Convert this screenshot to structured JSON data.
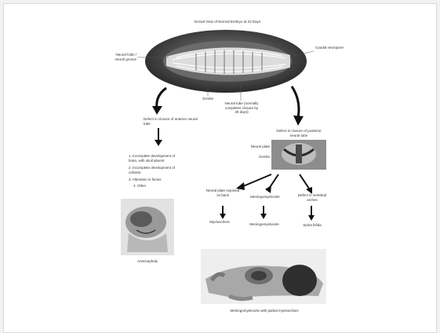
{
  "figure": {
    "title": "Dorsal View of Normal Embryo at 23 Days",
    "left_label": "Neural folds / neural groove",
    "right_label": "Caudal neuropore",
    "bottom_label_left": "Somite",
    "bottom_label_center": "Neural tube (normally completes closure by 28 days)",
    "left_defect": "Defect in closure of anterior neural tube",
    "left_list": [
      "1. Incomplete development of brain, with skull absent",
      "2. Incomplete development of calvaria",
      "3. Alteration in facies",
      "4. Other"
    ],
    "left_caption": "Anencephaly",
    "right_defect": "Defect in closure of posterior neural tube",
    "section_labels": [
      "Neural plate",
      "Somite"
    ],
    "branches": [
      "Neural plate exposed on back",
      "Meningomyelocele",
      "Defect in vertebral arches"
    ],
    "outcomes": [
      "Myeloschisis",
      "Meningomyelocele",
      "Spina bifida"
    ],
    "right_caption": "Meningomyelocele with partial myeloschisis"
  }
}
